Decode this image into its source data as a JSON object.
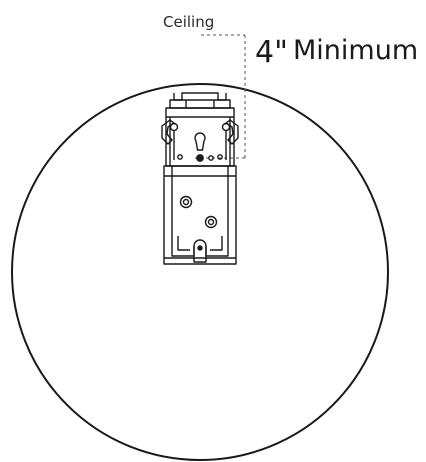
{
  "labels": {
    "ceiling": "Ceiling",
    "clearance_value": "4\"",
    "clearance_word": "Minimum"
  },
  "colors": {
    "line": "#1a1a1a",
    "dimension_line": "#555555",
    "background": "#ffffff"
  }
}
